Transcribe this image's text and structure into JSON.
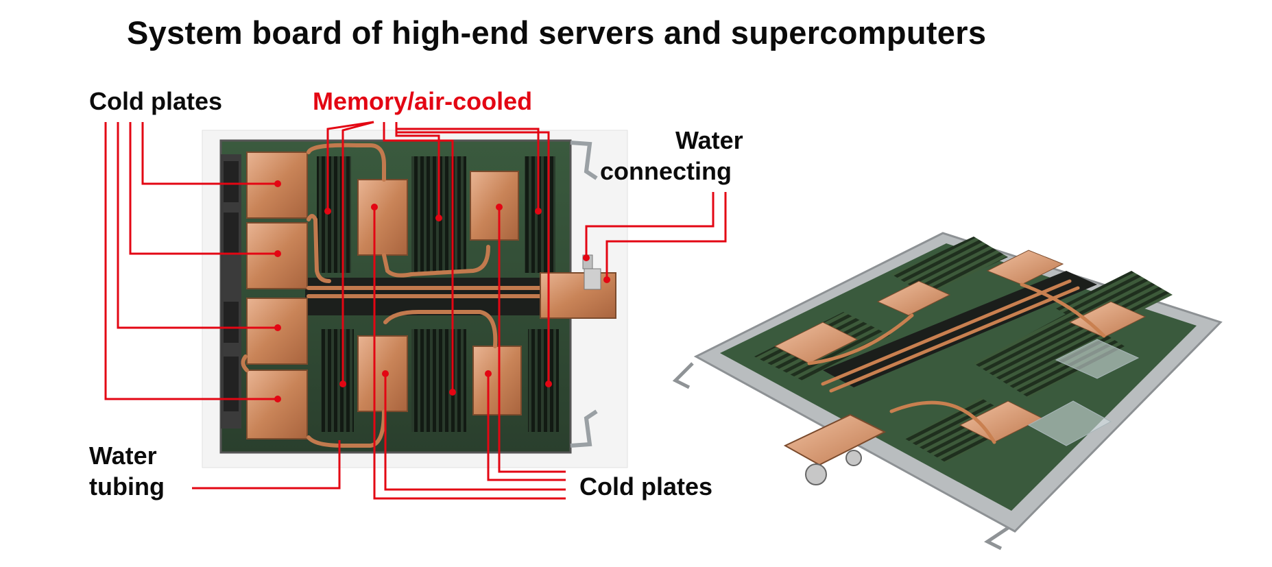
{
  "title": "System board of high-end servers and supercomputers",
  "labels": {
    "cold_plates_left": "Cold plates",
    "memory_air_cooled": "Memory/air-cooled",
    "water_connecting_line1": "Water",
    "water_connecting_line2": "connecting",
    "water_tubing_line1": "Water",
    "water_tubing_line2": "tubing",
    "cold_plates_bottom": "Cold plates"
  },
  "colors": {
    "callout": "#e30613",
    "copper": "#c8825a",
    "copper_light": "#e8b08a",
    "pcb": "#2f4a33",
    "dimm": "#1d2a1f",
    "steel": "#b8bcbf",
    "text": "#0b0b0b"
  }
}
